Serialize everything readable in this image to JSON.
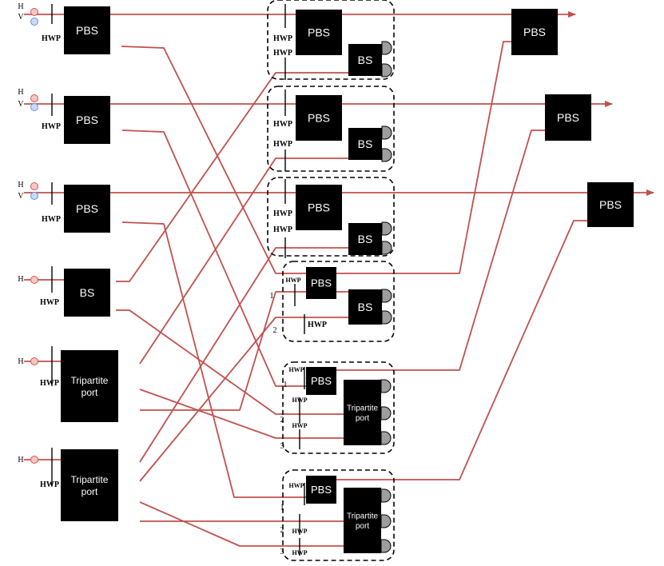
{
  "labels": {
    "pbs": "PBS",
    "bs": "BS",
    "hwp": "HWP",
    "tripartite_line1": "Tripartite",
    "tripartite_line2": "port",
    "h": "H",
    "v": "V",
    "port1": "1",
    "port2": "2",
    "port3": "3"
  },
  "colors": {
    "beam": "#c0504d",
    "box": "#000000",
    "h_dot_fill": "#f4c7c3",
    "h_dot_stroke": "#d9544d",
    "v_dot_fill": "#c9daf8",
    "v_dot_stroke": "#6d8fd6",
    "detector_fill": "#9e9e9e"
  }
}
